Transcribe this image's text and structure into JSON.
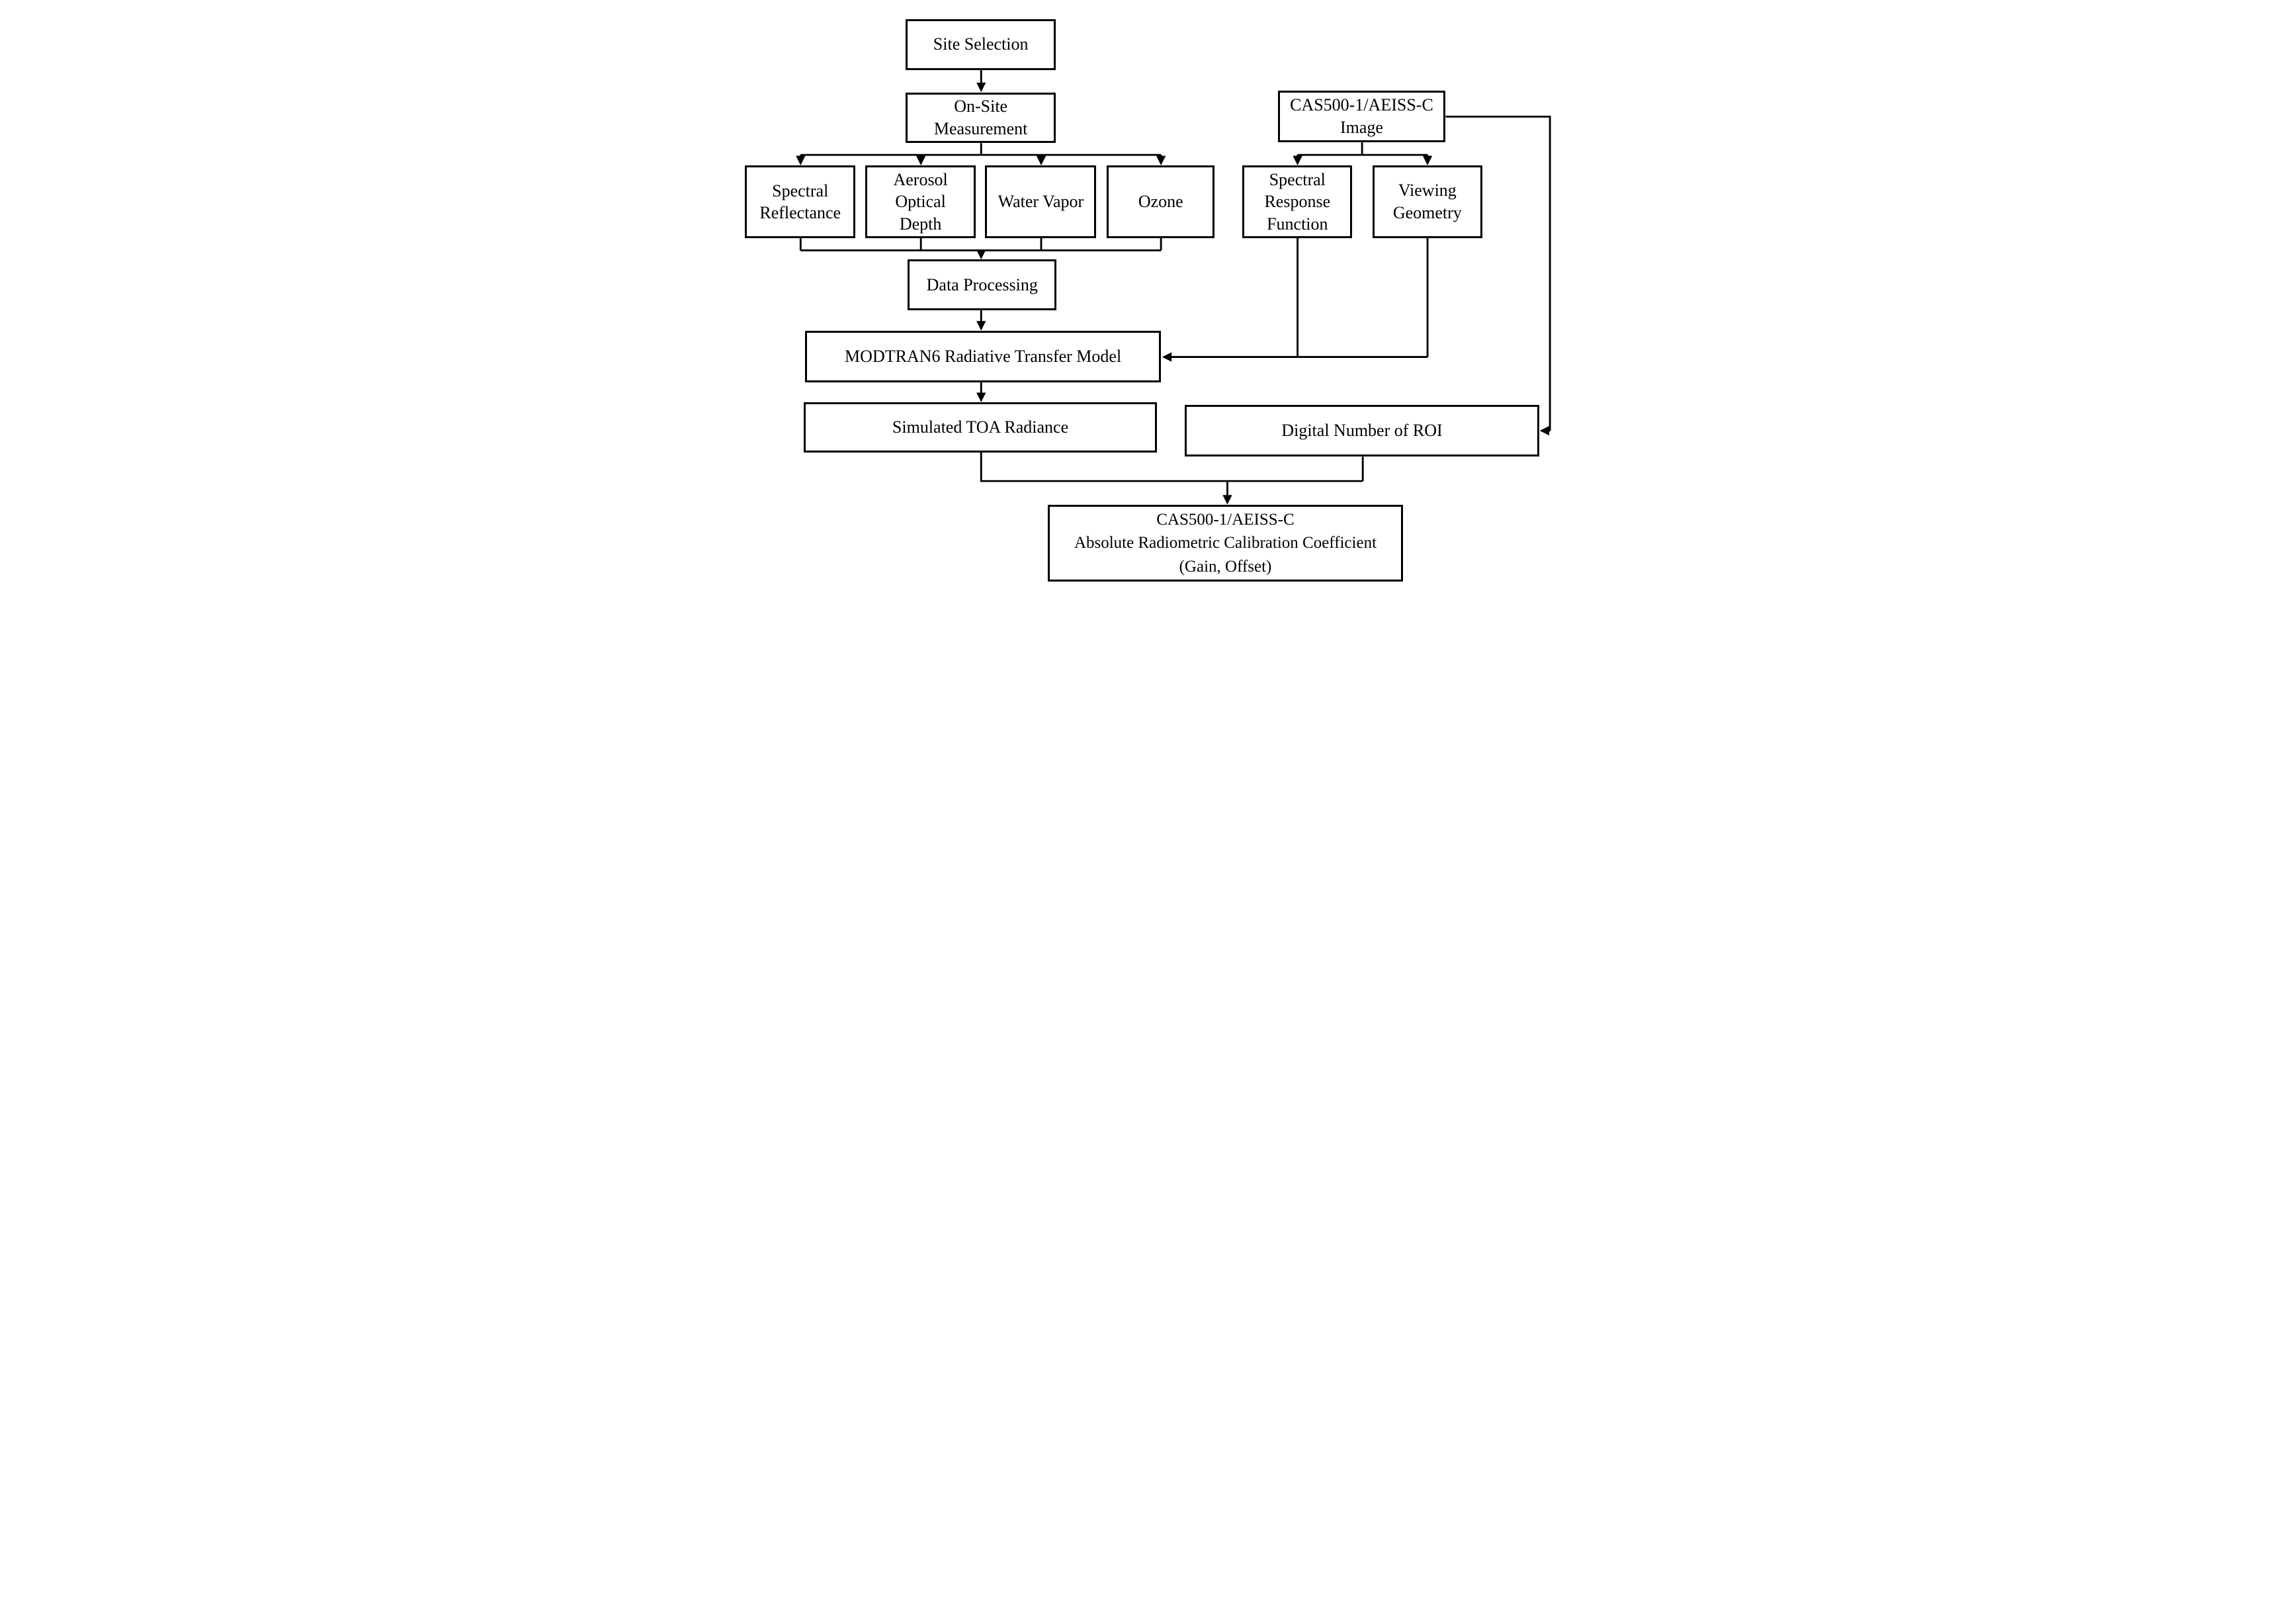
{
  "diagram": {
    "type": "flowchart",
    "colors": {
      "background": "#ffffff",
      "stroke": "#000000",
      "text": "#000000"
    },
    "nodes": {
      "site_selection": {
        "lines": [
          "Site Selection"
        ]
      },
      "onsite_measurement": {
        "lines": [
          "On-Site",
          "Measurement"
        ]
      },
      "spectral_reflectance": {
        "lines": [
          "Spectral",
          "Reflectance"
        ]
      },
      "aerosol_optical_depth": {
        "lines": [
          "Aerosol",
          "Optical",
          "Depth"
        ]
      },
      "water_vapor": {
        "lines": [
          "Water Vapor"
        ]
      },
      "ozone": {
        "lines": [
          "Ozone"
        ]
      },
      "data_processing": {
        "lines": [
          "Data Processing"
        ]
      },
      "modtran6": {
        "lines": [
          "MODTRAN6 Radiative Transfer Model"
        ]
      },
      "simulated_toa_radiance": {
        "lines": [
          "Simulated TOA Radiance"
        ]
      },
      "cas_image": {
        "lines": [
          "CAS500-1/AEISS-C",
          "Image"
        ]
      },
      "spectral_response_function": {
        "lines": [
          "Spectral",
          "Response",
          "Function"
        ]
      },
      "viewing_geometry": {
        "lines": [
          "Viewing",
          "Geometry"
        ]
      },
      "digital_number_roi": {
        "lines": [
          "Digital Number of ROI"
        ]
      },
      "calibration_coefficient": {
        "lines": [
          "CAS500-1/AEISS-C",
          "Absolute Radiometric Calibration Coefficient",
          "(Gain, Offset)"
        ]
      }
    },
    "edges": [
      {
        "from": "site_selection",
        "to": "onsite_measurement"
      },
      {
        "from": "onsite_measurement",
        "to": "spectral_reflectance"
      },
      {
        "from": "onsite_measurement",
        "to": "aerosol_optical_depth"
      },
      {
        "from": "onsite_measurement",
        "to": "water_vapor"
      },
      {
        "from": "onsite_measurement",
        "to": "ozone"
      },
      {
        "from": "spectral_reflectance",
        "to": "data_processing"
      },
      {
        "from": "aerosol_optical_depth",
        "to": "data_processing"
      },
      {
        "from": "water_vapor",
        "to": "data_processing"
      },
      {
        "from": "ozone",
        "to": "data_processing"
      },
      {
        "from": "data_processing",
        "to": "modtran6"
      },
      {
        "from": "cas_image",
        "to": "spectral_response_function"
      },
      {
        "from": "cas_image",
        "to": "viewing_geometry"
      },
      {
        "from": "cas_image",
        "to": "digital_number_roi"
      },
      {
        "from": "spectral_response_function",
        "to": "modtran6"
      },
      {
        "from": "viewing_geometry",
        "to": "modtran6"
      },
      {
        "from": "modtran6",
        "to": "simulated_toa_radiance"
      },
      {
        "from": "simulated_toa_radiance",
        "to": "calibration_coefficient"
      },
      {
        "from": "digital_number_roi",
        "to": "calibration_coefficient"
      }
    ]
  }
}
